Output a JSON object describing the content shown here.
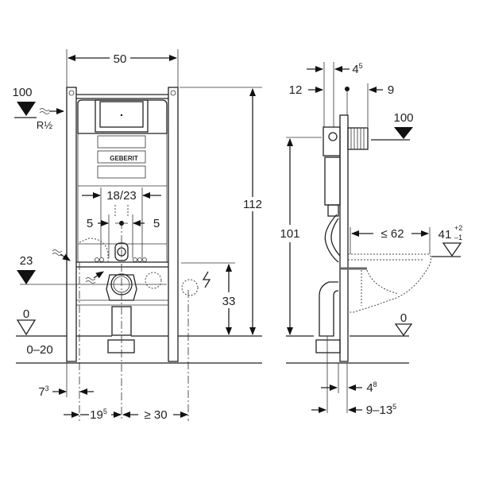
{
  "title": "Installation frame dimension drawing",
  "front_view": {
    "width": "50",
    "height": "112",
    "water_inlet_height": "100",
    "water_connection": "R½",
    "drain_height": "23",
    "floor_level": "0",
    "floor_buildup": "0–20",
    "power_height": "33",
    "flush_plate_spacing": "18/23",
    "offset_left": "5",
    "offset_right": "5",
    "leg_offset": "7",
    "leg_offset_sup": "3",
    "drain_offset": "19",
    "drain_offset_sup": "5",
    "power_offset": "≥ 30",
    "brand_logo": "GEBERIT"
  },
  "side_view": {
    "depth_top": "4",
    "depth_top_sup": "5",
    "cistern_depth": "12",
    "inlet_depth": "9",
    "inlet_height": "100",
    "frame_height": "101",
    "bowl_projection": "≤ 62",
    "bowl_height": "41",
    "bowl_tol_plus": "+2",
    "bowl_tol_minus": "–1",
    "floor_level": "0",
    "foot_depth": "4",
    "foot_depth_sup": "8",
    "wall_distance": "9–13",
    "wall_distance_sup": "5"
  }
}
